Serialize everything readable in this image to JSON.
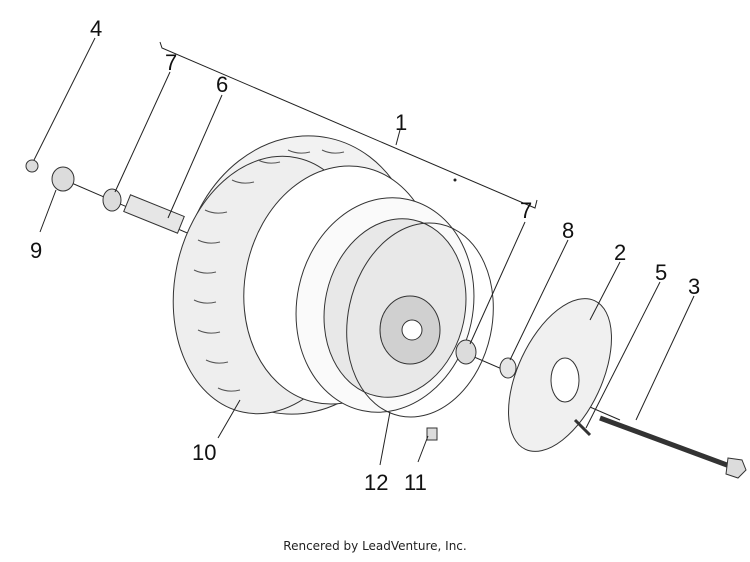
{
  "callouts": [
    {
      "id": "1",
      "text": "1"
    },
    {
      "id": "2",
      "text": "2"
    },
    {
      "id": "3",
      "text": "3"
    },
    {
      "id": "4",
      "text": "4"
    },
    {
      "id": "5",
      "text": "5"
    },
    {
      "id": "6",
      "text": "6"
    },
    {
      "id": "7a",
      "text": "7"
    },
    {
      "id": "7b",
      "text": "7"
    },
    {
      "id": "8",
      "text": "8"
    },
    {
      "id": "9",
      "text": "9"
    },
    {
      "id": "10",
      "text": "10"
    },
    {
      "id": "11",
      "text": "11"
    },
    {
      "id": "12",
      "text": "12"
    }
  ],
  "footer": {
    "credit": "Rencered by LeadVenture, Inc."
  },
  "colors": {
    "line": "#222222",
    "tire": "#f2f2f2",
    "metal": "#dcdcdc",
    "background": "#ffffff"
  }
}
